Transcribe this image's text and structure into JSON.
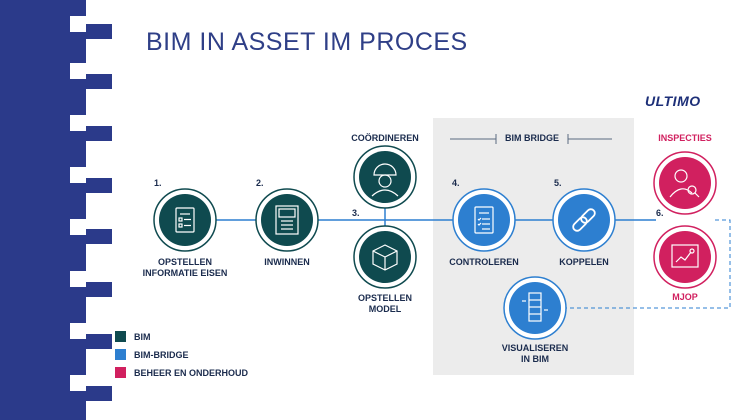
{
  "title": "BIM IN ASSET IM PROCES",
  "logo": "ULTIMO",
  "bridge_label": "BIM BRIDGE",
  "colors": {
    "bim": "#0f4a4f",
    "bim_bridge": "#2d7fd0",
    "beheer": "#d1205f",
    "navy": "#2b3a8a",
    "panel": "#ececec"
  },
  "steps": [
    {
      "number": "1.",
      "label": "OPSTELLEN\nINFORMATIE EISEN",
      "category": "bim",
      "icon": "form-icon"
    },
    {
      "number": "2.",
      "label": "INWINNEN",
      "category": "bim",
      "icon": "building-icon"
    },
    {
      "number": "",
      "label": "COÖRDINEREN",
      "category": "bim",
      "icon": "worker-icon"
    },
    {
      "number": "3.",
      "label": "OPSTELLEN\nMODEL",
      "category": "bim",
      "icon": "cube-icon"
    },
    {
      "number": "4.",
      "label": "CONTROLEREN",
      "category": "bim_bridge",
      "icon": "checklist-icon"
    },
    {
      "number": "5.",
      "label": "KOPPELEN",
      "category": "bim_bridge",
      "icon": "link-icon"
    },
    {
      "number": "",
      "label": "VISUALISEREN\nIN BIM",
      "category": "bim_bridge",
      "icon": "tower-icon"
    },
    {
      "number": "",
      "label": "INSPECTIES",
      "category": "beheer",
      "icon": "inspector-icon"
    },
    {
      "number": "6.",
      "label": "MJOP",
      "category": "beheer",
      "icon": "plan-icon"
    }
  ],
  "legend": [
    {
      "label": "BIM",
      "color": "#0f4a4f"
    },
    {
      "label": "BIM-BRIDGE",
      "color": "#2d7fd0"
    },
    {
      "label": "BEHEER EN ONDERHOUD",
      "color": "#d1205f"
    }
  ]
}
